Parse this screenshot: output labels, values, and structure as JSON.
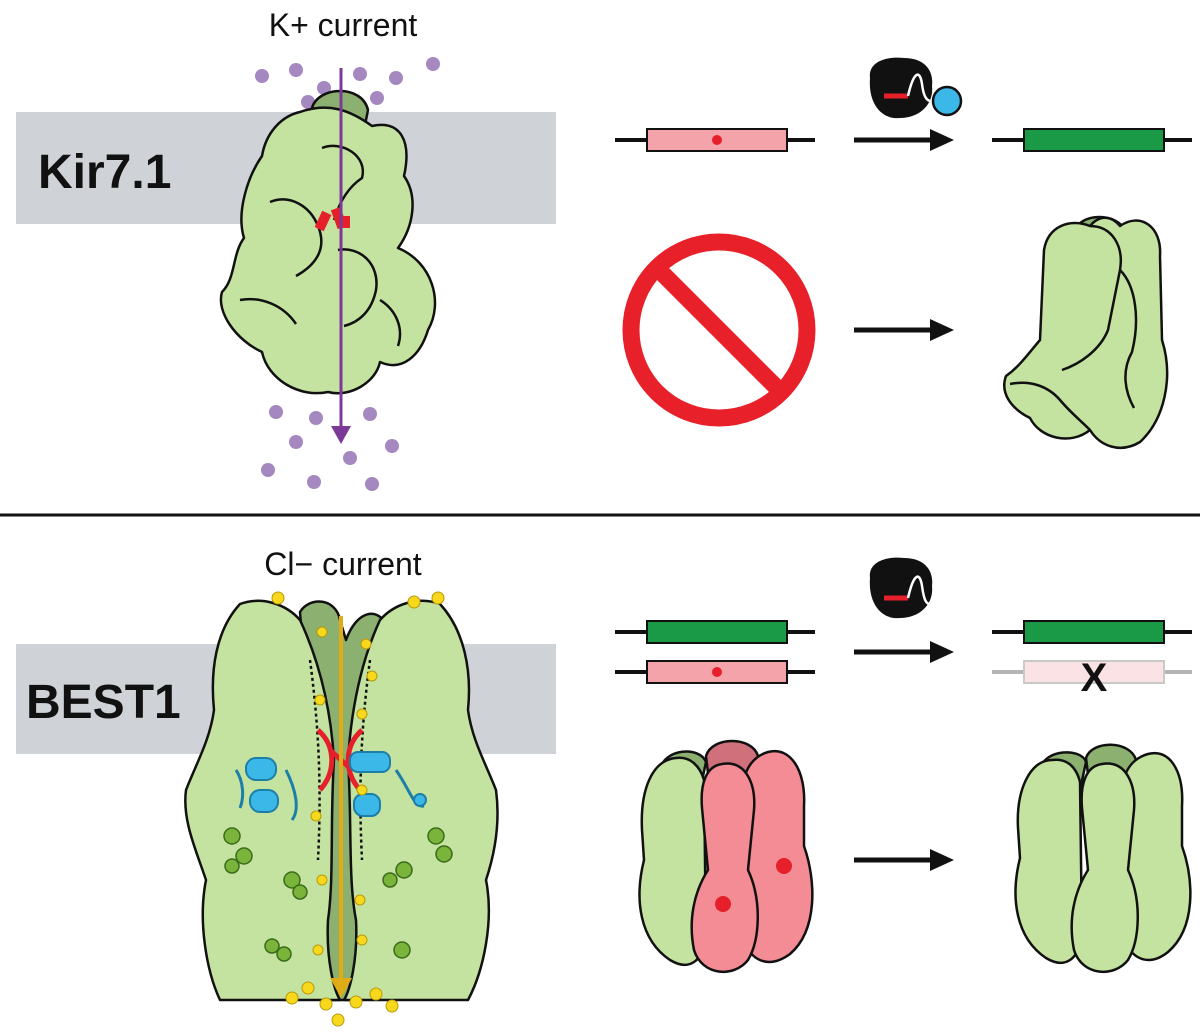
{
  "top_panel": {
    "current_label": "K+ current",
    "channel_name": "Kir7.1"
  },
  "bottom_panel": {
    "current_label": "Cl− current",
    "channel_name": "BEST1",
    "knockout_mark": "X"
  },
  "colors": {
    "membrane": "#cfd3d7",
    "protein_green": "#c4e3a0",
    "protein_dark_green": "#8cb070",
    "mutant_pink": "#f48c95",
    "mutation_red": "#e5202b",
    "wildtype_gene": "#1a9a46",
    "mutant_gene": "#f5a3aa",
    "k_ion": "#a688c0",
    "cl_ion": "#f7d81d",
    "arrow_k": "#7c3a98",
    "arrow_cl": "#e0ac16",
    "prohibition": "#e8202a",
    "cyan_helix": "#3cb8e8"
  },
  "icons": [
    "editor-enzyme-icon",
    "prohibition-icon",
    "arrow-icon"
  ]
}
